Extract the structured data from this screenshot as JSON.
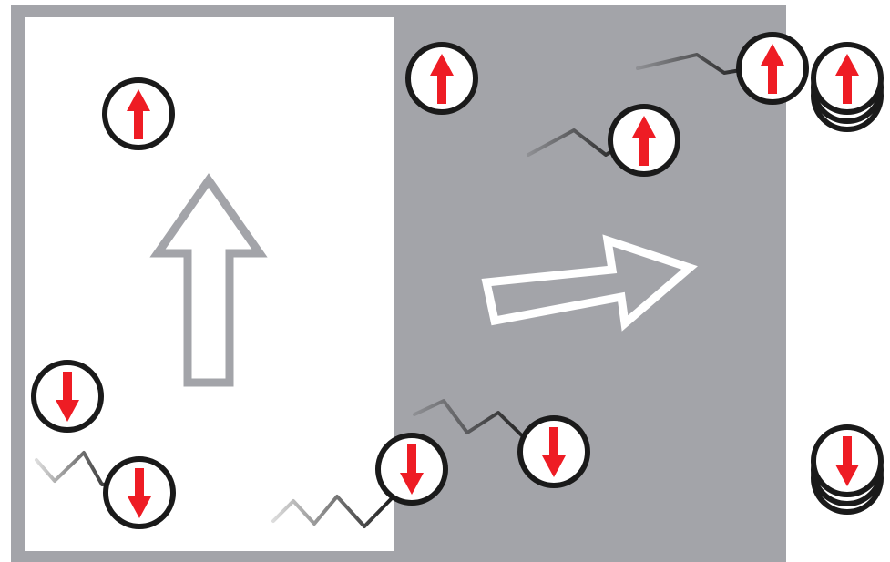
{
  "diagram": {
    "description_free": true,
    "colors": {
      "frame": "#a3a4a9",
      "left_panel": "#ffffff",
      "right_panel": "#a3a4a9",
      "spin_arrow": "#ee1c24",
      "electron_outline": "#1a1a1a",
      "electron_fill": "#ffffff",
      "magnetization_arrow_left": "#a3a4a9",
      "current_arrow_right": "#ffffff"
    },
    "electrons": [
      {
        "id": "e1",
        "spin": "up",
        "stacked": false
      },
      {
        "id": "e2",
        "spin": "up",
        "stacked": false
      },
      {
        "id": "e3",
        "spin": "up",
        "stacked": false
      },
      {
        "id": "e4",
        "spin": "up",
        "stacked": false
      },
      {
        "id": "e5",
        "spin": "up",
        "stacked": true
      },
      {
        "id": "e6",
        "spin": "down",
        "stacked": false
      },
      {
        "id": "e7",
        "spin": "down",
        "stacked": false
      },
      {
        "id": "e8",
        "spin": "down",
        "stacked": false
      },
      {
        "id": "e9",
        "spin": "down",
        "stacked": false
      },
      {
        "id": "e10",
        "spin": "down",
        "stacked": true
      }
    ],
    "icons": [
      "up-arrow-icon",
      "right-arrow-icon",
      "spin-up-icon",
      "spin-down-icon"
    ]
  }
}
